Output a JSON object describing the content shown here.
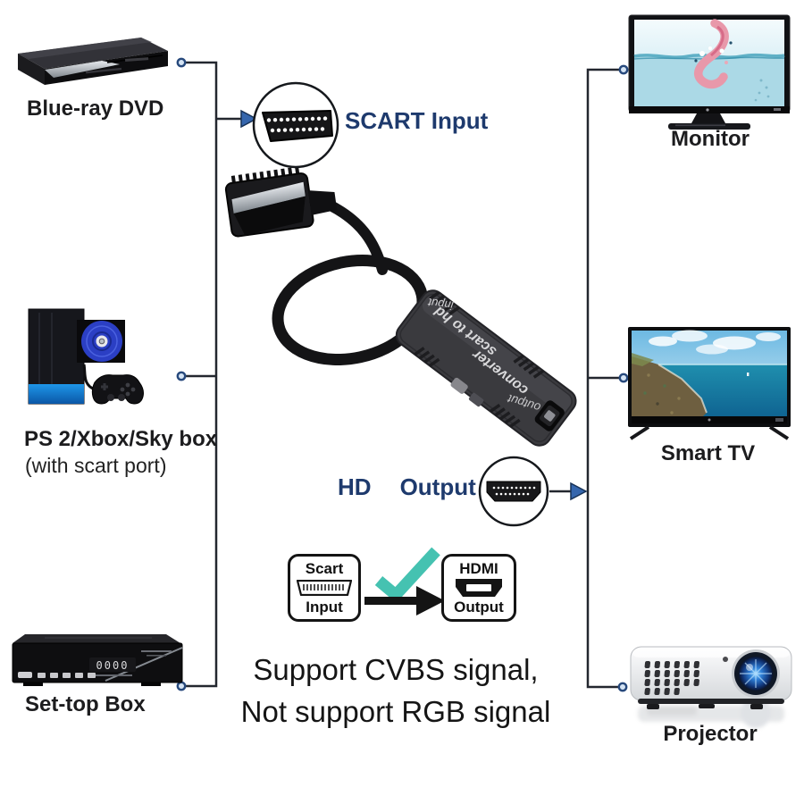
{
  "diagram": {
    "sources": [
      {
        "label": "Blue-ray DVD"
      },
      {
        "label": "PS 2/Xbox/Sky box",
        "sublabel": "(with scart port)"
      },
      {
        "label": "Set-top Box",
        "display": "0000"
      }
    ],
    "sinks": [
      {
        "label": "Monitor"
      },
      {
        "label": "Smart TV"
      },
      {
        "label": "Projector"
      }
    ],
    "callouts": {
      "scart_input": "SCART Input",
      "hd": "HD",
      "output": "Output"
    },
    "converter_print": {
      "line1": "scart to hd",
      "line2": "converter",
      "input": "input",
      "output": "output"
    },
    "badge_scart": {
      "top": "Scart",
      "bottom": "Input"
    },
    "badge_hdmi": {
      "top": "HDMI",
      "bottom": "Output"
    },
    "support": {
      "line1": "Support CVBS signal,",
      "line2": "Not support RGB signal"
    },
    "colors": {
      "navy_text": "#1e3a6d",
      "arrow_blue": "#3566ad",
      "check_teal": "#45c2b1",
      "line": "#23272f"
    }
  }
}
